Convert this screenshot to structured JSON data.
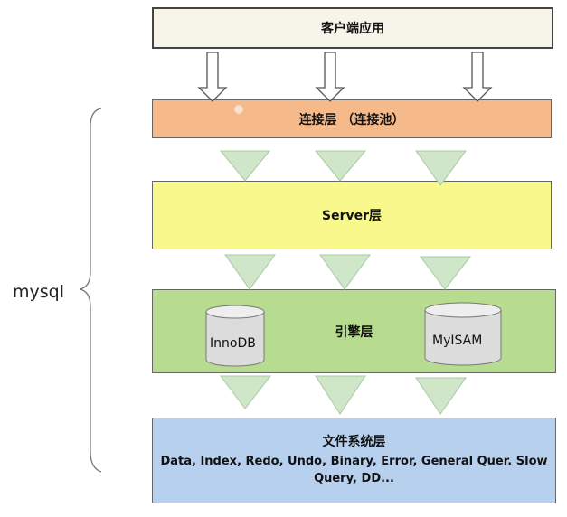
{
  "side_label": "mysql",
  "layers": {
    "client": "客户端应用",
    "connection": "连接层 （连接池）",
    "server": "Server层",
    "engine": "引擎层",
    "filesystem_title": "文件系统层",
    "filesystem_detail": "Data, Index, Redo, Undo, Binary, Error, General Quer. Slow Query, DD..."
  },
  "engines": [
    "InnoDB",
    "MyISAM"
  ],
  "colors": {
    "client": "#f7f5ea",
    "connection": "#f6b98a",
    "server": "#f8f88c",
    "engine": "#b7dc90",
    "filesystem": "#b7d0ee",
    "arrow_fill": "#cfe6c8"
  }
}
